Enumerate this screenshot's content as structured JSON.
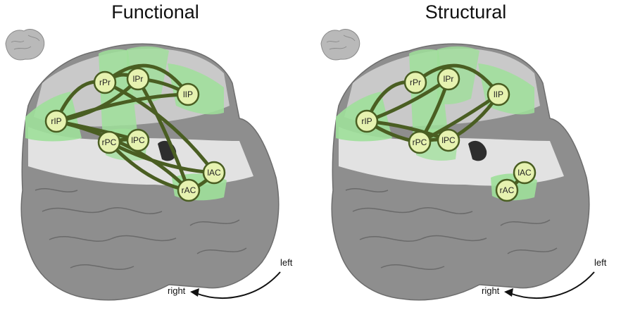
{
  "panels": [
    {
      "title": "Functional",
      "edges": [
        [
          "rIP",
          "rPr"
        ],
        [
          "rIP",
          "lPr"
        ],
        [
          "rIP",
          "lIP"
        ],
        [
          "rIP",
          "lPC"
        ],
        [
          "rIP",
          "rAC"
        ],
        [
          "rPr",
          "lPr"
        ],
        [
          "rPr",
          "lIP"
        ],
        [
          "rPr",
          "lAC"
        ],
        [
          "lPr",
          "lIP"
        ],
        [
          "lPr",
          "rAC"
        ],
        [
          "rPC",
          "lPC"
        ],
        [
          "rPC",
          "rAC"
        ],
        [
          "rPC",
          "lAC"
        ],
        [
          "lAC",
          "rAC"
        ]
      ]
    },
    {
      "title": "Structural",
      "edges": [
        [
          "rIP",
          "rPr"
        ],
        [
          "rIP",
          "lPr"
        ],
        [
          "rIP",
          "rPC"
        ],
        [
          "rIP",
          "lPC"
        ],
        [
          "rPr",
          "lIP"
        ],
        [
          "lPr",
          "rPC"
        ],
        [
          "lIP",
          "rPC"
        ],
        [
          "lIP",
          "lPC"
        ],
        [
          "rPC",
          "lPC"
        ],
        [
          "lAC",
          "rAC"
        ]
      ]
    }
  ],
  "node_labels": {
    "rIP": "rIP",
    "rPr": "rPr",
    "lPr": "lPr",
    "lIP": "lIP",
    "rPC": "rPC",
    "lPC": "lPC",
    "lAC": "lAC",
    "rAC": "rAC"
  },
  "direction_labels": {
    "right": "right",
    "left": "left"
  },
  "colors": {
    "edge": "#4a5e22",
    "node_fill": "#e6f2b0",
    "node_stroke": "#4a5e22",
    "region_green": "#9fe09a",
    "brain_gray": "#8e8e8e",
    "slice_light": "#e2e2e2"
  }
}
